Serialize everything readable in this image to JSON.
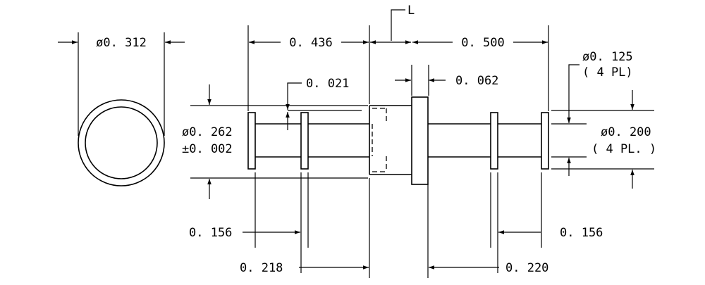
{
  "drawing": {
    "end_view_diameter": "ø0. 312",
    "length_left_section": "0. 436",
    "reference_L": "L",
    "length_right_section": "0. 500",
    "groove_depth": "0. 021",
    "flange_thickness": "0. 062",
    "groove_diameter_line1": "ø0. 125",
    "groove_diameter_line2": "( 4 PL)",
    "left_diameter_line1": "ø0. 262",
    "left_diameter_line2": "±0. 002",
    "right_diameter_line1": "ø0. 200",
    "right_diameter_line2": "( 4 PL. )",
    "left_groove_spacing": "0. 156",
    "right_groove_spacing": "0. 156",
    "left_groove_to_flange": "0. 218",
    "right_groove_to_flange": "0. 220"
  }
}
